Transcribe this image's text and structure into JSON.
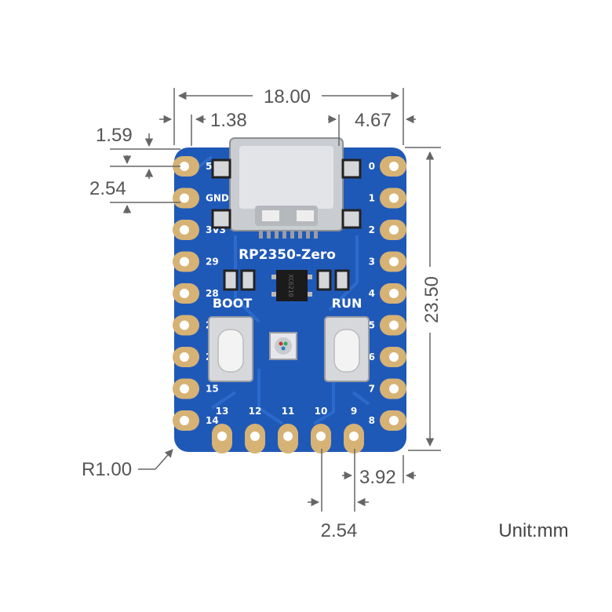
{
  "board": {
    "name": "RP2350-Zero",
    "boot_label": "BOOT",
    "run_label": "RUN",
    "chip_marking": "XC6210",
    "left_pins": [
      "5V",
      "GND",
      "3V3",
      "29",
      "28",
      "27",
      "26",
      "15",
      "14"
    ],
    "right_pins": [
      "0",
      "1",
      "2",
      "3",
      "4",
      "5",
      "6",
      "7",
      "8"
    ],
    "bottom_pins": [
      "13",
      "12",
      "11",
      "10",
      "9"
    ]
  },
  "dimensions": {
    "width": "18.00",
    "left_offset": "1.38",
    "right_offset": "4.67",
    "top_offset": "1.59",
    "pin_pitch_vertical": "2.54",
    "height": "23.50",
    "corner_radius": "R1.00",
    "bottom_right_offset": "3.92",
    "pin_pitch_bottom": "2.54"
  },
  "unit": "Unit:mm",
  "colors": {
    "pcb": "#1f59b8",
    "pad": "#d6b275",
    "dim_line": "#666666"
  }
}
